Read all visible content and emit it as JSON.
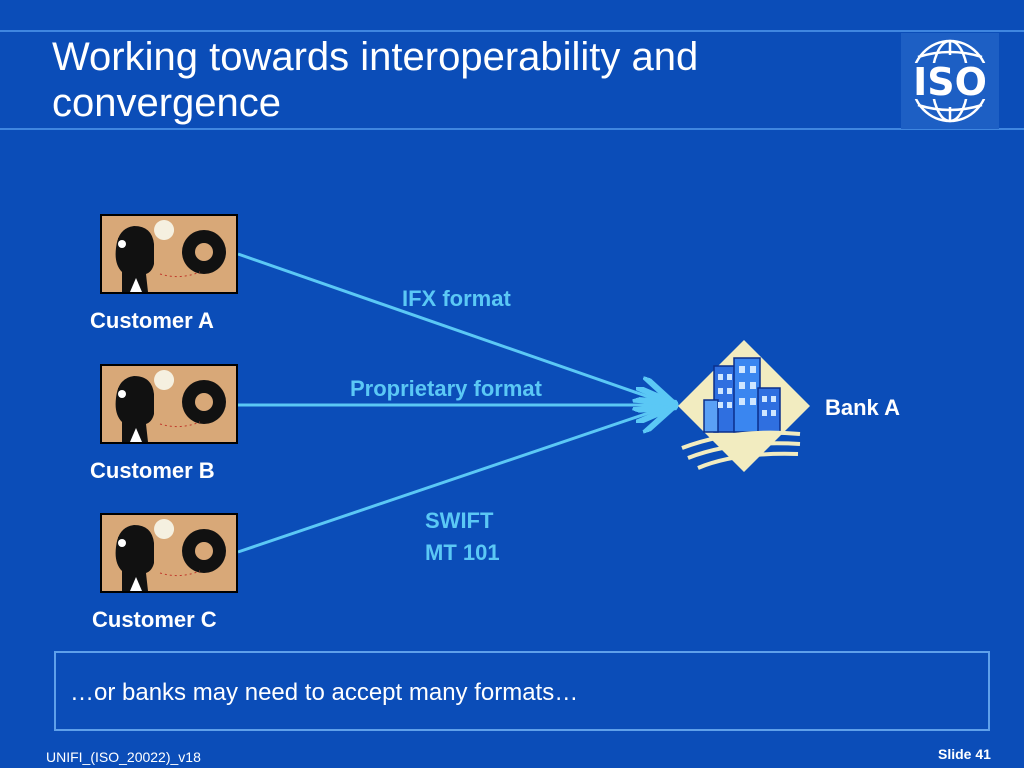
{
  "slide": {
    "title": "Working towards interoperability and\nconvergence",
    "logo_text": "ISO",
    "background_color": "#0b4db8",
    "accent_color": "#5bc8f5"
  },
  "customers": [
    {
      "label": "Customer A",
      "icon": "businessman-with-gears-icon"
    },
    {
      "label": "Customer B",
      "icon": "businessman-with-gears-icon"
    },
    {
      "label": "Customer C",
      "icon": "businessman-with-gears-icon"
    }
  ],
  "bank": {
    "label": "Bank A",
    "icon": "bank-building-icon"
  },
  "formats": {
    "ifx": "IFX format",
    "proprietary": "Proprietary format",
    "swift_line1": "SWIFT",
    "swift_line2": "MT 101"
  },
  "note": "…or banks may need to accept many formats…",
  "footer": {
    "left": "UNIFI_(ISO_20022)_v18",
    "slide_number": "Slide 41"
  }
}
